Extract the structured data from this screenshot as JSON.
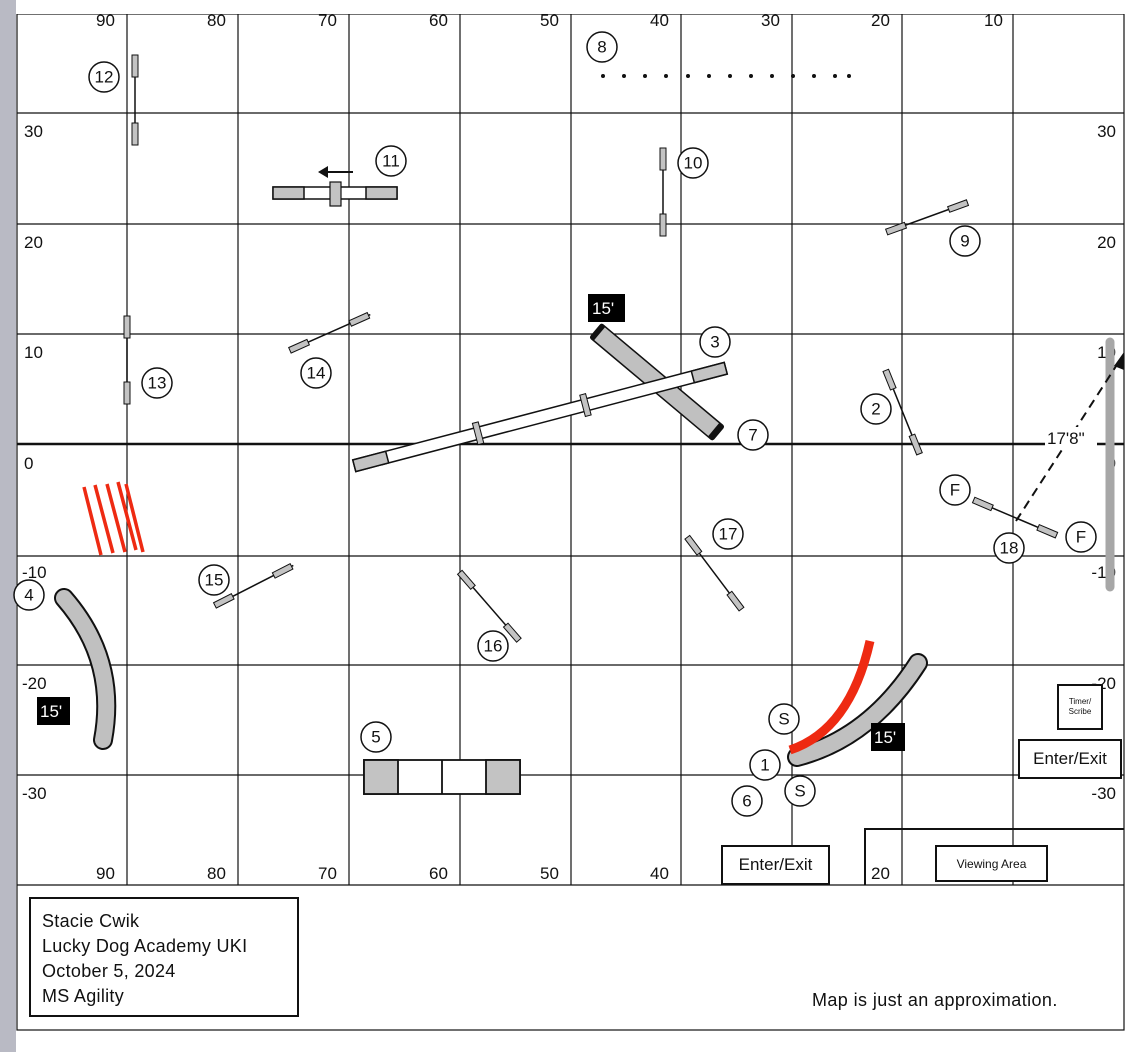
{
  "map": {
    "x_labels_top": [
      "90",
      "80",
      "70",
      "60",
      "50",
      "40",
      "30",
      "20",
      "10"
    ],
    "x_labels_bottom": [
      "90",
      "80",
      "70",
      "60",
      "50",
      "40",
      "20"
    ],
    "y_labels_left": [
      "30",
      "20",
      "10",
      "0",
      "-10",
      "-20",
      "-30"
    ],
    "y_labels_right": [
      "30",
      "20",
      "10",
      "0",
      "-10",
      "-20",
      "-30"
    ],
    "obstacle_numbers": [
      "1",
      "2",
      "3",
      "4",
      "5",
      "6",
      "7",
      "8",
      "9",
      "10",
      "11",
      "12",
      "13",
      "14",
      "15",
      "16",
      "17",
      "18"
    ],
    "start_marker": "S",
    "finish_marker": "F",
    "tunnel_length": "15'",
    "distance_label": "17'8\"",
    "colors": {
      "obstacle_gray": "#c3c3c3",
      "tunnel_gray": "#c0c0c0",
      "accent_red": "#ee2a12",
      "grid": "#111111"
    }
  },
  "info": {
    "judge": "Stacie Cwik",
    "venue": "Lucky Dog Academy UKI",
    "date": "October 5, 2024",
    "class": "MS Agility"
  },
  "labels": {
    "enter_exit": "Enter/Exit",
    "viewing_area": "Viewing Area",
    "timer_scribe": "Timer/ Scribe",
    "note": "Map is just an approximation."
  }
}
